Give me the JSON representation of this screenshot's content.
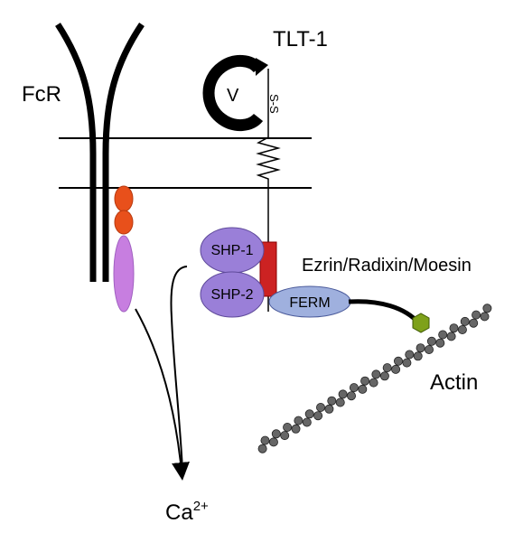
{
  "labels": {
    "fcr": "FcR",
    "tlt1": "TLT-1",
    "v_domain": "V",
    "disulfide": "S-S",
    "shp1": "SHP-1",
    "shp2": "SHP-2",
    "erm": "Ezrin/Radixin/Moesin",
    "ferm": "FERM",
    "actin": "Actin",
    "calcium_base": "Ca",
    "calcium_charge": "2+"
  },
  "colors": {
    "line": "#000000",
    "itam_red": "#e8501b",
    "itam_purple": "#c77ee0",
    "shp_purple": "#9a7fd8",
    "ferm_blue": "#9fb0de",
    "ferm_stroke": "#4a5a9a",
    "tail_red": "#cc2222",
    "actin_bead": "#666666",
    "actin_bead_stroke": "#222222",
    "linker_green": "#7ea11a"
  },
  "actin": {
    "bead_count": 42
  }
}
